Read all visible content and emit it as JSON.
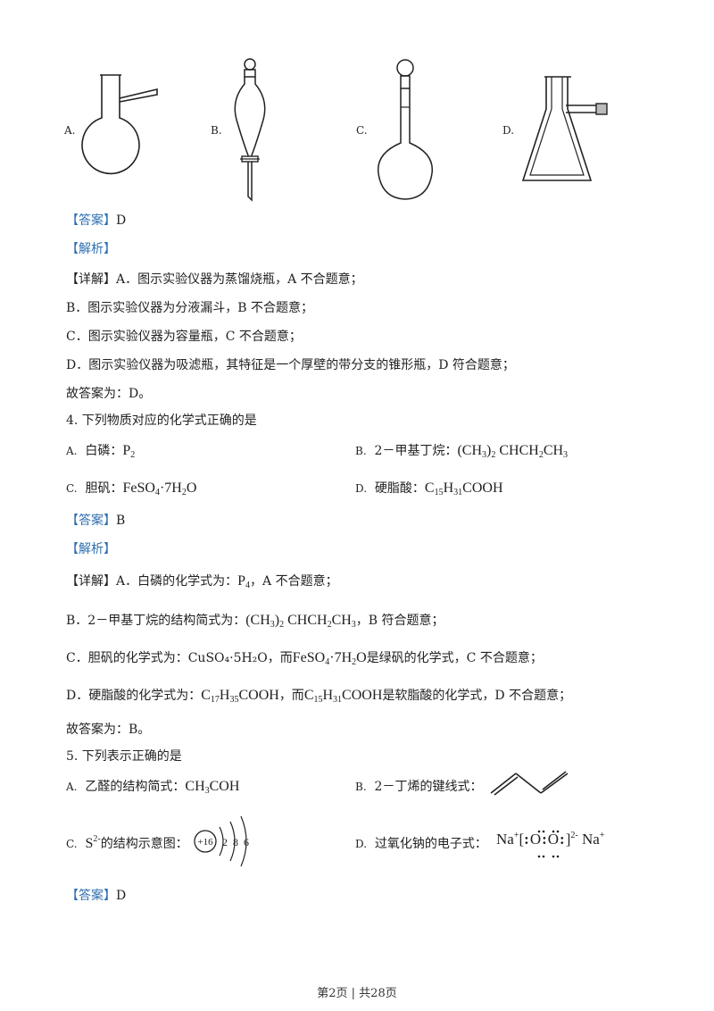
{
  "apparatus": {
    "A": "A.",
    "B": "B.",
    "C": "C.",
    "D": "D."
  },
  "q3": {
    "answer_tag": "【答案】",
    "answer": "D",
    "analysis_tag": "【解析】",
    "detail_tag": "【详解】",
    "line1": "A．图示实验仪器为蒸馏烧瓶，A 不合题意；",
    "line2": "B．图示实验仪器为分液漏斗，B 不合题意；",
    "line3": "C．图示实验仪器为容量瓶，C 不合题意；",
    "line4": "D．图示实验仪器为吸滤瓶，其特征是一个厚壁的带分支的锥形瓶，D 符合题意；",
    "conclusion": "故答案为：D。"
  },
  "q4": {
    "stem": "4.  下列物质对应的化学式正确的是",
    "optA_label": "A.",
    "optA_text": "白磷：",
    "optB_label": "B.",
    "optB_text": "2－甲基丁烷：",
    "optC_label": "C.",
    "optC_text": "胆矾：",
    "optD_label": "D.",
    "optD_text": "硬脂酸：",
    "answer_tag": "【答案】",
    "answer": "B",
    "analysis_tag": "【解析】",
    "detail_tag": "【详解】",
    "detA_pre": "A．白磷的化学式为：",
    "detA_post": "，A 不合题意；",
    "detB_pre": "B．",
    "detB_mid": "2－甲基丁烷的结构简式为：",
    "detB_post": "，B 符合题意；",
    "detC_pre": "C．胆矾的化学式为：CuSO₄·5H₂O，而",
    "detC_post": "是绿矾的化学式，C 不合题意；",
    "detD_pre": "D．硬脂酸的化学式为：",
    "detD_mid": "，而",
    "detD_post": "是软脂酸的化学式，D 不合题意；",
    "conclusion": "故答案为：B。"
  },
  "q5": {
    "stem": "5.  下列表示正确的是",
    "optA_label": "A.",
    "optA_text": "乙醛的结构简式：",
    "optB_label": "B.",
    "optB_text": "2－丁烯的键线式：",
    "optC_label": "C.",
    "optC_text": "的结构示意图：",
    "optD_label": "D.",
    "optD_text": "过氧化钠的电子式：",
    "nucleus": "+16",
    "shell1": "2",
    "shell2": "8",
    "shell3": "6",
    "answer_tag": "【答案】",
    "answer": "D"
  },
  "footer": "第2页 | 共28页"
}
